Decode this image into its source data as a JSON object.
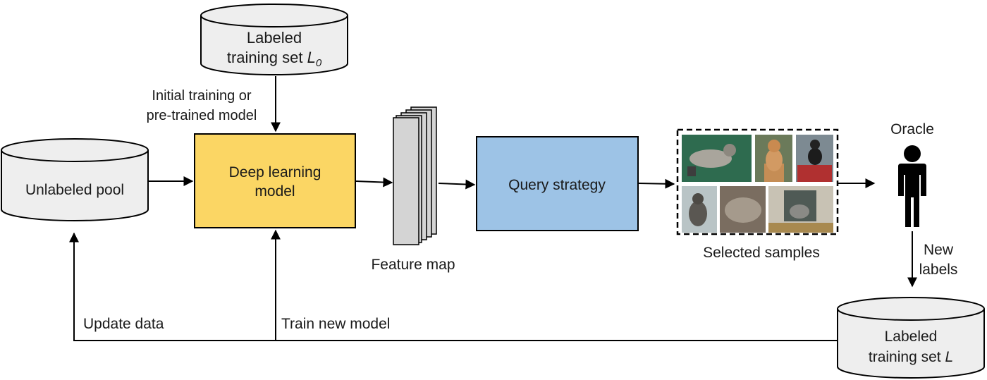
{
  "nodes": {
    "labeled_l0": {
      "line1": "Labeled",
      "line2_prefix": "training set ",
      "line2_var": "L",
      "line2_sub": "0"
    },
    "unlabeled_pool": {
      "label": "Unlabeled pool"
    },
    "deep_learning_model": {
      "line1": "Deep learning",
      "line2": "model"
    },
    "feature_map": {
      "label": "Feature map"
    },
    "query_strategy": {
      "label": "Query strategy"
    },
    "selected_samples": {
      "label": "Selected samples"
    },
    "oracle": {
      "label": "Oracle"
    },
    "labeled_l": {
      "line1": "Labeled",
      "line2_prefix": "training set ",
      "line2_var": "L"
    }
  },
  "edges": {
    "initial_training": {
      "line1": "Initial training or",
      "line2": "pre-trained model"
    },
    "new_labels": {
      "line1": "New",
      "line2": "labels"
    },
    "update_data": {
      "label": "Update data"
    },
    "train_new_model": {
      "label": "Train new model"
    }
  },
  "colors": {
    "cylinder_fill": "#eeeeee",
    "model_fill": "#fbd664",
    "query_fill": "#9dc3e6",
    "feature_map_fill": "#d4d4d4",
    "stroke": "#000000"
  },
  "icons": {
    "oracle": "person-icon",
    "samples": "cat-photo-thumbnails"
  }
}
